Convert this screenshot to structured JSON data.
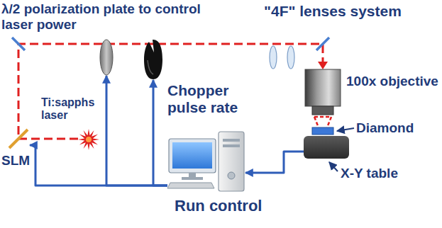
{
  "diagram": {
    "nodes": [
      {
        "text": [
          "λ/2 polarization plate to control laser power"
        ]
      },
      {
        "text": [
          "Chopper pulse rate"
        ]
      },
      {
        "text": [
          "\"4F\" lenses system"
        ]
      },
      {
        "text": [
          "100x objective"
        ]
      },
      {
        "text": [
          "Diamond"
        ]
      },
      {
        "text": [
          "X-Y table"
        ]
      },
      {
        "text": [
          "Ti:sapphs laser"
        ]
      },
      {
        "text": [
          "SLM"
        ]
      },
      {
        "text": [
          "Run control"
        ]
      }
    ],
    "edges": [
      {
        "from": 8,
        "to": 7,
        "arrow": "to"
      },
      {
        "from": 8,
        "to": 0,
        "arrow": "to"
      },
      {
        "from": 8,
        "to": 1,
        "arrow": "to"
      },
      {
        "from": 5,
        "to": 8,
        "arrow": "to"
      }
    ]
  }
}
